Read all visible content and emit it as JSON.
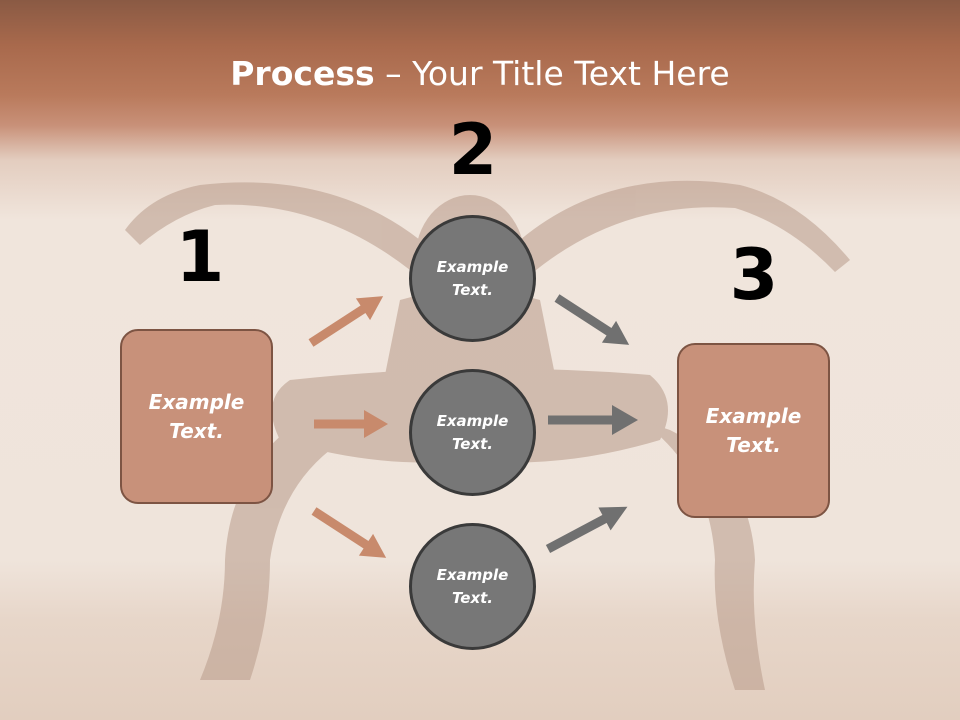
{
  "title": {
    "bold": "Process",
    "rest": " – Your Title Text Here"
  },
  "steps": {
    "one": "1",
    "two": "2",
    "three": "3"
  },
  "boxes": {
    "left": "Example\nText.",
    "right": "Example\nText."
  },
  "circles": {
    "top": "Example\nText.",
    "middle": "Example\nText.",
    "bottom": "Example\nText."
  },
  "colors": {
    "header_brown": "#b97a5c",
    "box_fill": "#c8917a",
    "box_border": "#7d5443",
    "circle_fill": "#777777",
    "circle_border": "#3a3a3a",
    "arrow_orange": "#c88a6c",
    "arrow_gray": "#707070"
  },
  "icons": {
    "arrows": "right-arrow-icon",
    "background": "dancer-silhouette"
  }
}
